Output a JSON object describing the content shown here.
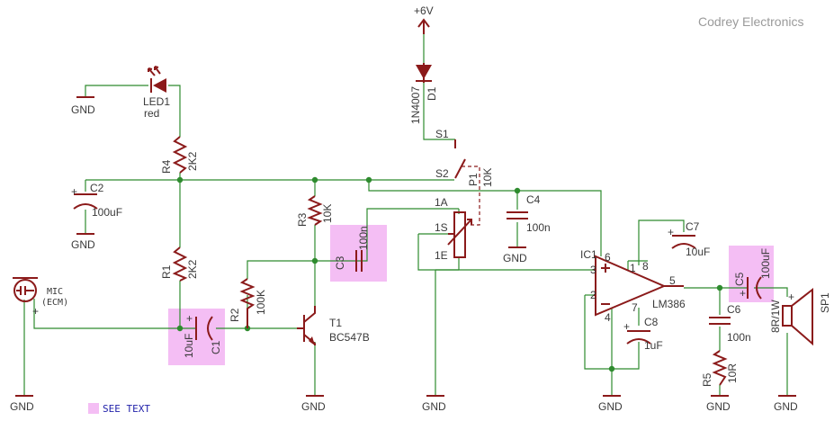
{
  "brand": "Codrey Electronics",
  "power": {
    "label": "+6V"
  },
  "ground_label": "GND",
  "components": {
    "D1": {
      "ref": "D1",
      "value": "1N4007"
    },
    "S1": {
      "ref": "S1"
    },
    "S2": {
      "ref": "S2"
    },
    "P1": {
      "ref": "P1",
      "value": "10K"
    },
    "LED1": {
      "ref": "LED1",
      "value": "red"
    },
    "R4": {
      "ref": "R4",
      "value": "2K2"
    },
    "R1": {
      "ref": "R1",
      "value": "2K2"
    },
    "R2": {
      "ref": "R2",
      "value": "100K"
    },
    "R3": {
      "ref": "R3",
      "value": "10K"
    },
    "R5": {
      "ref": "R5",
      "value": "10R"
    },
    "C1": {
      "ref": "C1",
      "value": "10uF"
    },
    "C2": {
      "ref": "C2",
      "value": "100uF"
    },
    "C3": {
      "ref": "C3",
      "value": "100n"
    },
    "C4": {
      "ref": "C4",
      "value": "100n"
    },
    "C5": {
      "ref": "C5",
      "value": "100uF"
    },
    "C6": {
      "ref": "C6",
      "value": "100n"
    },
    "C7": {
      "ref": "C7",
      "value": "10uF"
    },
    "C8": {
      "ref": "C8",
      "value": "1uF"
    },
    "T1": {
      "ref": "T1",
      "value": "BC547B"
    },
    "IC1": {
      "ref": "IC1",
      "value": "LM386"
    },
    "MIC": {
      "line1": "MIC",
      "line2": "(ECM)"
    },
    "SP1": {
      "ref": "SP1",
      "value": "8R/1W"
    }
  },
  "pot_pins": {
    "a": "1A",
    "s": "1S",
    "e": "1E"
  },
  "ic_pins": {
    "p3": "3",
    "p2": "2",
    "p6": "6",
    "p4": "4",
    "p8": "8",
    "p1": "1",
    "p7": "7",
    "p5": "5"
  },
  "polarity": {
    "plus": "+"
  },
  "legend": {
    "see_text": "SEE TEXT",
    "highlight_color": "#f0a8f0"
  }
}
